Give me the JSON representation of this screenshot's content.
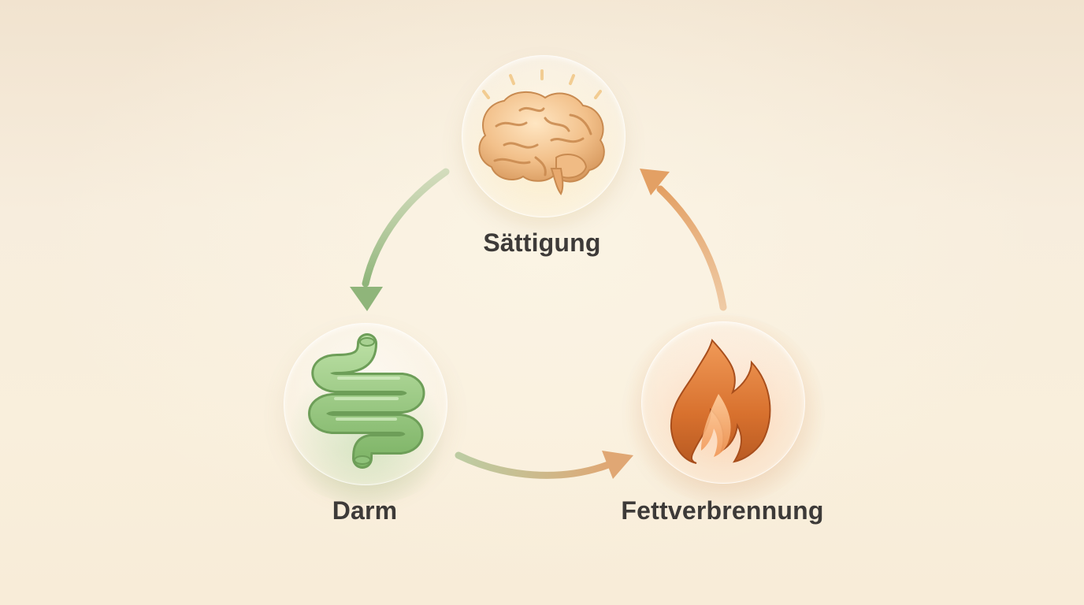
{
  "diagram": {
    "nodes": {
      "brain": {
        "label": "Sättigung",
        "icon": "brain-icon",
        "color": "#e8b27a"
      },
      "gut": {
        "label": "Darm",
        "icon": "intestine-icon",
        "color": "#8fc27a"
      },
      "fire": {
        "label": "Fettverbrennung",
        "icon": "flame-icon",
        "color": "#e87a3a"
      }
    },
    "arrows": [
      {
        "from": "brain",
        "to": "gut",
        "color": "#9cbb86"
      },
      {
        "from": "gut",
        "to": "fire",
        "color": "#c9a774"
      },
      {
        "from": "fire",
        "to": "brain",
        "color": "#e6ab72"
      }
    ]
  }
}
